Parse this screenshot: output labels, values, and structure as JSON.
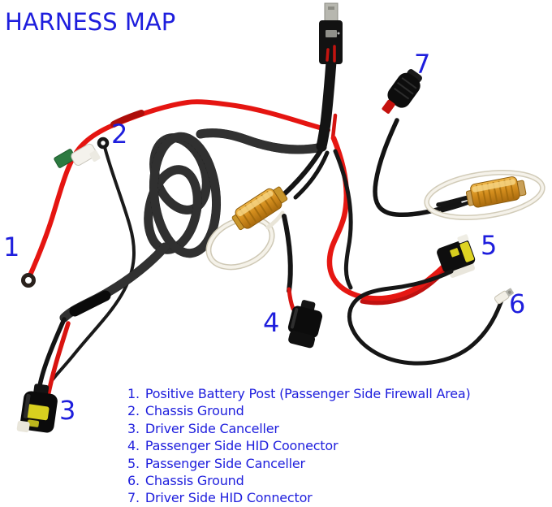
{
  "title": "HARNESS MAP",
  "colors": {
    "label_blue": "#1e1edd",
    "wire_red": "#e51511",
    "wire_black": "#161616",
    "resistor_gold": "#d28c1c",
    "connector_yellow": "#d8d01f"
  },
  "markers": [
    {
      "label": "1"
    },
    {
      "label": "2"
    },
    {
      "label": "3"
    },
    {
      "label": "4"
    },
    {
      "label": "5"
    },
    {
      "label": "6"
    },
    {
      "label": "7"
    }
  ],
  "legend": {
    "items": [
      {
        "num": "1.",
        "label": "Positive Battery Post (Passenger Side Firewall Area)"
      },
      {
        "num": "2.",
        "label": "Chassis Ground"
      },
      {
        "num": "3.",
        "label": "Driver Side Canceller"
      },
      {
        "num": "4.",
        "label": "Passenger Side HID Coonector"
      },
      {
        "num": "5.",
        "label": "Passenger Side Canceller"
      },
      {
        "num": "6.",
        "label": "Chassis Ground"
      },
      {
        "num": "7.",
        "label": "Driver Side HID Connector"
      }
    ]
  }
}
